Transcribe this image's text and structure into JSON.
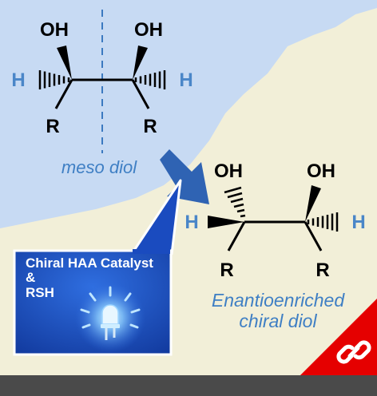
{
  "meso": {
    "oh_left": "OH",
    "oh_right": "OH",
    "h_left": "H",
    "h_right": "H",
    "r_left": "R",
    "r_right": "R",
    "caption": "meso diol"
  },
  "catalyst": {
    "line1": "Chiral HAA Catalyst",
    "line2": "&",
    "line3": "RSH"
  },
  "product": {
    "oh_left": "OH",
    "oh_right": "OH",
    "h_left": "H",
    "h_right": "H",
    "r_left": "R",
    "r_right": "R",
    "caption_line1": "Enantioenriched",
    "caption_line2": "chiral diol"
  },
  "colors": {
    "sky": "#c7daf3",
    "cream": "#f2efd8",
    "arrow": "#2f63b3",
    "catalyst_box": "#1a4bbf",
    "badge": "#e50000",
    "h_label": "#4a86c8"
  },
  "icons": {
    "led": "led-bulb-icon",
    "link": "chain-link-icon"
  }
}
